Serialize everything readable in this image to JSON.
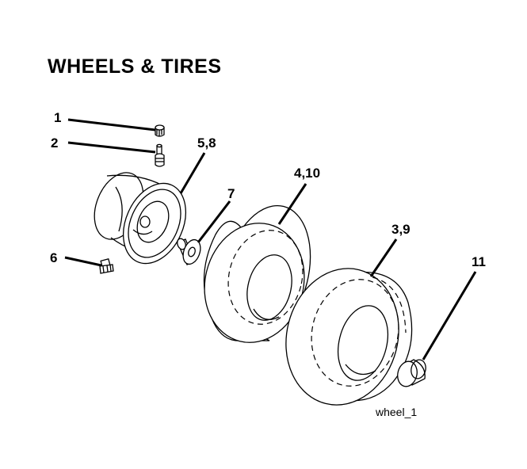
{
  "title": "WHEELS & TIRES",
  "figure_id": "wheel_1",
  "callouts": [
    "1",
    "2",
    "5,8",
    "4,10",
    "7",
    "3,9",
    "6",
    "11"
  ]
}
